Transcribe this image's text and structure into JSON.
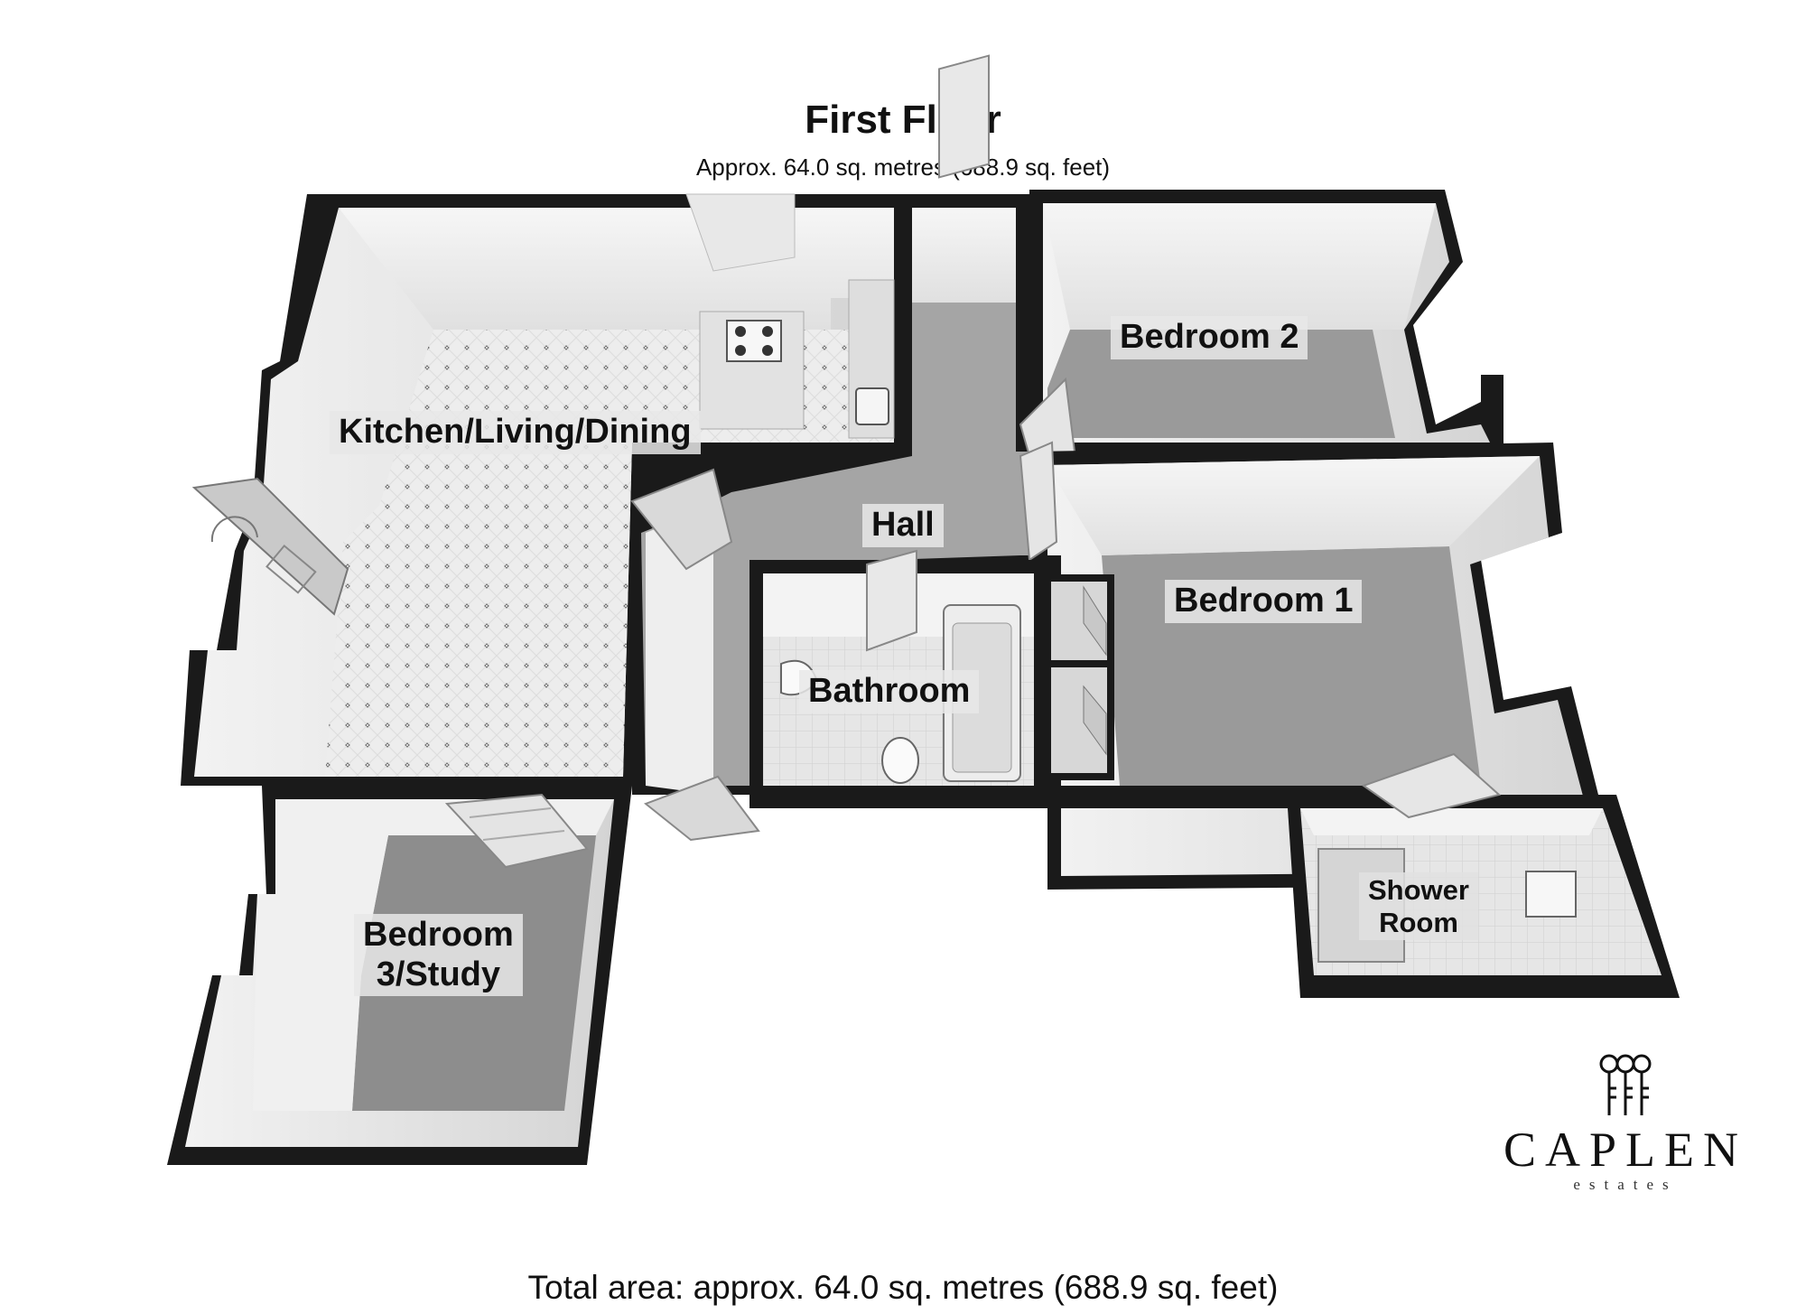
{
  "header": {
    "title": "First Floor",
    "subtitle": "Approx. 64.0 sq. metres (688.9 sq. feet)"
  },
  "rooms": {
    "kitchen": "Kitchen/Living/Dining",
    "hall": "Hall",
    "bedroom2": "Bedroom 2",
    "bedroom1": "Bedroom 1",
    "bathroom": "Bathroom",
    "bedroom3_line1": "Bedroom",
    "bedroom3_line2": "3/Study",
    "shower_line1": "Shower",
    "shower_line2": "Room"
  },
  "footer": {
    "total": "Total area: approx. 64.0 sq. metres (688.9 sq. feet)"
  },
  "logo": {
    "word": "CAPLEN",
    "sub": "estates",
    "icon": "three-keys-icon"
  }
}
